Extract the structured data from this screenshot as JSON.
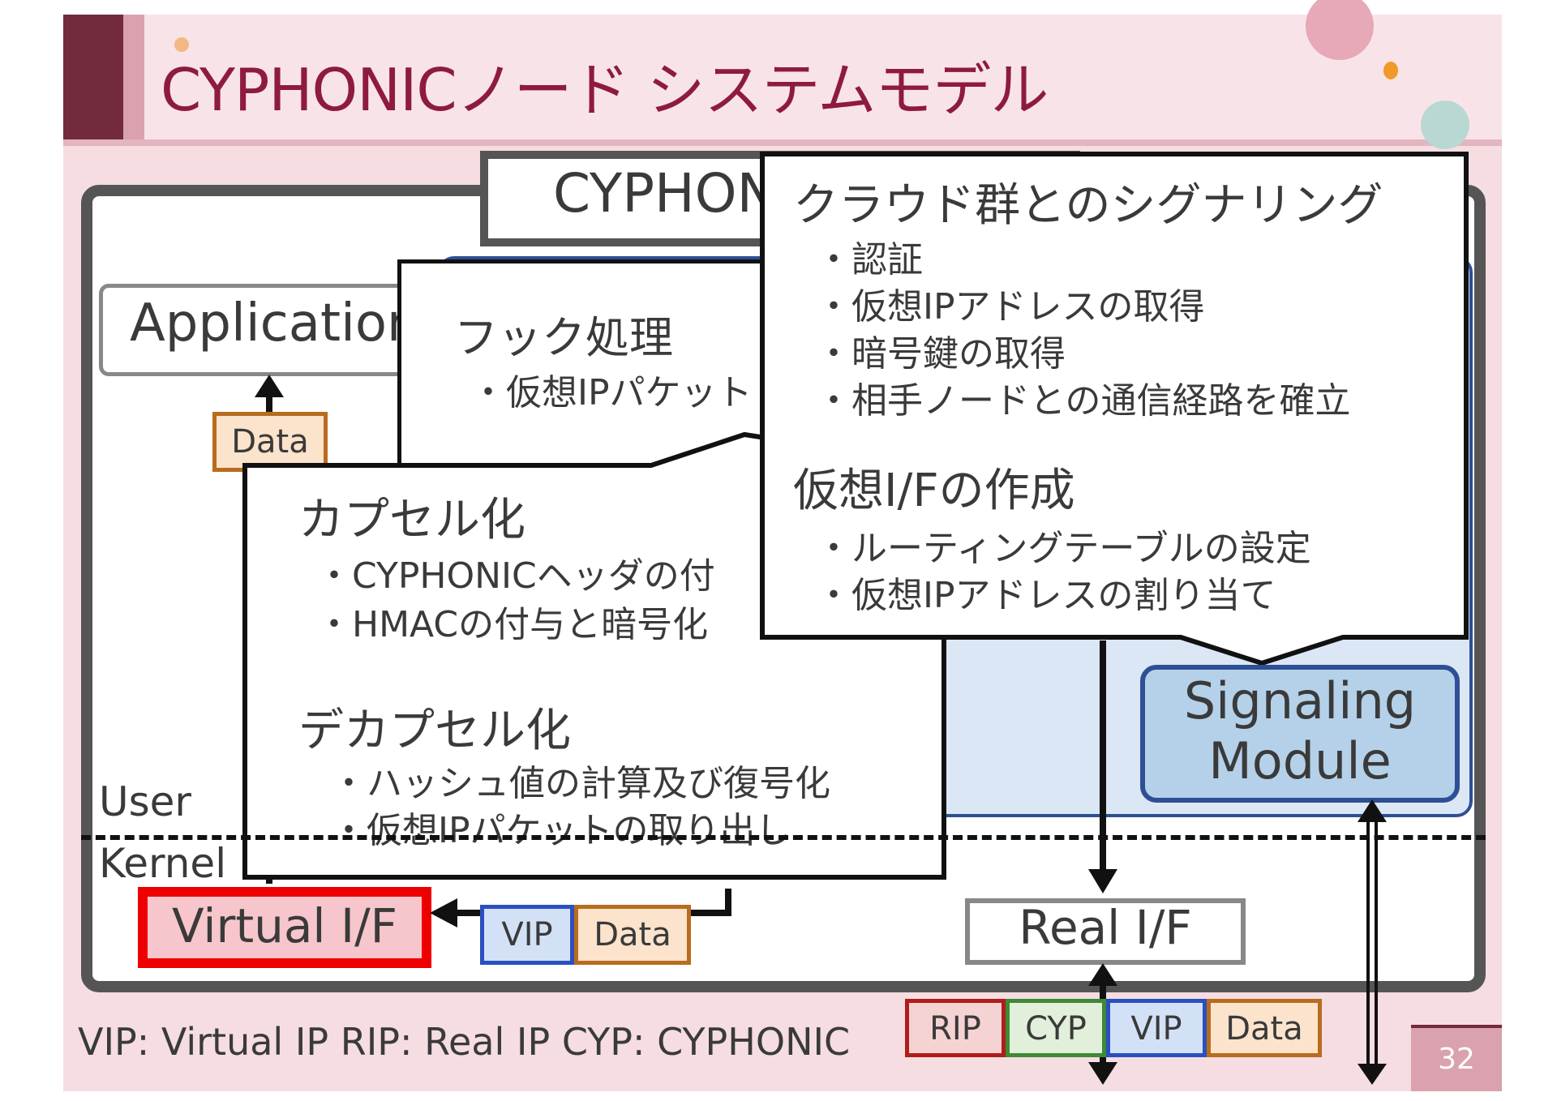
{
  "title": "CYPHONICノード システムモデル",
  "cyphonic_label": "CYPHONIC",
  "application_label": "Application",
  "hook": {
    "heading": "フック処理",
    "items": [
      "・仮想IPパケット"
    ]
  },
  "capsule": {
    "heading": "カプセル化",
    "items": [
      "・CYPHONICヘッダの付",
      "・HMACの付与と暗号化"
    ],
    "decap_heading": "デカプセル化",
    "decap_items": [
      "・ハッシュ値の計算及び復号化",
      "・仮想IPパケットの取り出し"
    ]
  },
  "signaling": {
    "heading": "クラウド群とのシグナリング",
    "items": [
      "・認証",
      "・仮想IPアドレスの取得",
      "・暗号鍵の取得",
      "・相手ノードとの通信経路を確立"
    ],
    "vif_heading": "仮想I/Fの作成",
    "vif_items": [
      "・ルーティングテーブルの設定",
      "・仮想IPアドレスの割り当て"
    ]
  },
  "signaling_module": {
    "line1": "Signaling",
    "line2": "Module"
  },
  "user_label": "User",
  "kernel_label": "Kernel",
  "virtual_if": "Virtual I/F",
  "real_if": "Real I/F",
  "tags": {
    "data": "Data",
    "vip": "VIP",
    "rip": "RIP",
    "cyp": "CYP"
  },
  "legend": "VIP: Virtual IP  RIP: Real IP  CYP: CYPHONIC",
  "page_number": "32",
  "colors": {
    "title": "#8e1b3e",
    "accent": "#722a3c",
    "slide_bg": "#f5dde2"
  }
}
